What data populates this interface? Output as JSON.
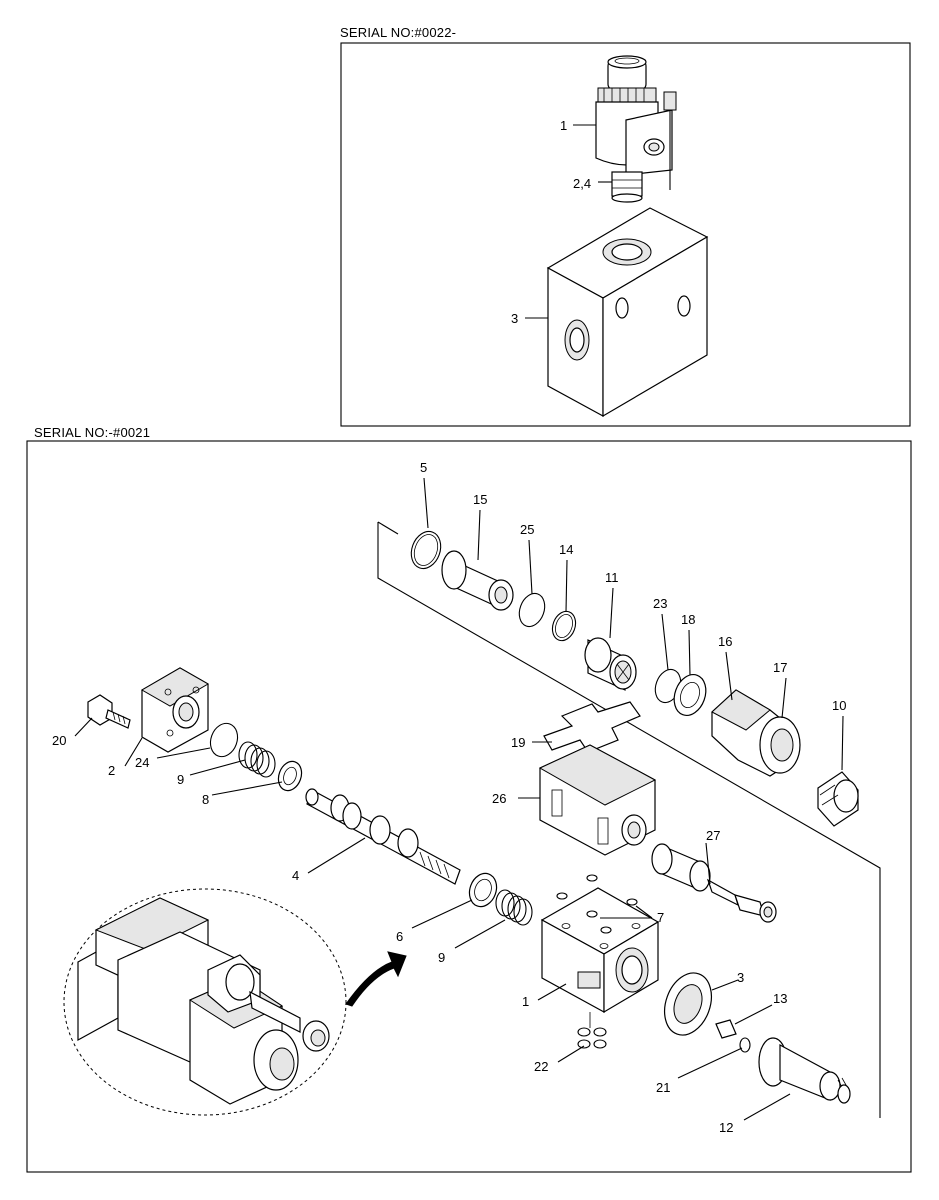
{
  "sections": {
    "top_title": "SERIAL NO:#0022-",
    "bottom_title": "SERIAL NO:-#0021"
  },
  "callouts": {
    "top": [
      "1",
      "2,4",
      "3"
    ],
    "bottom": [
      "5",
      "15",
      "25",
      "14",
      "11",
      "23",
      "18",
      "16",
      "17",
      "10",
      "20",
      "2",
      "24",
      "9",
      "8",
      "19",
      "26",
      "27",
      "4",
      "7",
      "6",
      "9",
      "1",
      "3",
      "13",
      "22",
      "21",
      "12"
    ]
  }
}
